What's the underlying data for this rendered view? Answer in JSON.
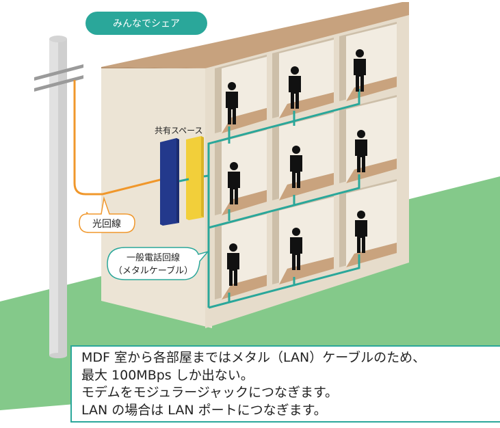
{
  "badge": {
    "label": "みんなでシェア",
    "color": "#2aa79a"
  },
  "labels": {
    "shared_space": "共有スペース",
    "fiber_line": "光回線",
    "phone_line_1": "一般電話回線",
    "phone_line_2": "（メタルケーブル）"
  },
  "caption": {
    "line1": "MDF 室から各部屋まではメタル（LAN）ケーブルのため、",
    "line2": "最大 100MBps しか出ない。",
    "line3": "モデムをモジュラージャックにつなぎます。",
    "line4": "LAN の場合は LAN ポートにつなぎます。"
  },
  "colors": {
    "teal_cable": "#2aa79a",
    "fiber_cable": "#f0972b",
    "building_top": "#c7a27e",
    "building_front": "#ece4d5",
    "room_floor": "#c9a37e",
    "ground": "#84c98a",
    "mdf_box": "#23398c",
    "onu_box": "#f2cf3a"
  },
  "rooms_per_floor": 3,
  "floors": 3
}
